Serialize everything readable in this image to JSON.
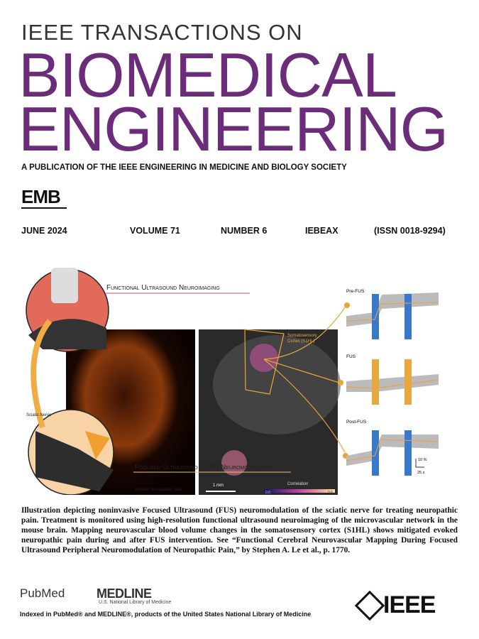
{
  "journal": {
    "prefix": "IEEE TRANSACTIONS ON",
    "title_line1": "BIOMEDICAL",
    "title_line2": "ENGINEERING",
    "subtitle": "A PUBLICATION OF THE IEEE ENGINEERING IN MEDICINE AND BIOLOGY SOCIETY",
    "society_logo": "EMB",
    "brand_color": "#6b2c7a"
  },
  "issue": {
    "date": "JUNE 2024",
    "volume": "VOLUME 71",
    "number": "NUMBER 6",
    "code": "IEBEAX",
    "issn": "(ISSN 0018-9294)"
  },
  "figure": {
    "label_top": "Functional Ultrasound Neuroimaging",
    "label_bottom": "Focused Ultrasound (FUS) Neuromodulation",
    "sciatic": "Sciatic Nerve",
    "pain": "Evoked neuropathic pain",
    "region": "Somatosensory",
    "region2": "Cortex (S1HL)",
    "scale": "1 mm",
    "colorbar": "Correlation",
    "cb_min": "0.0",
    "cb_max": "0.6",
    "traces": [
      "Pre-FUS",
      "FUS",
      "Post-FUS"
    ],
    "scale_y": "10 %",
    "scale_x": "25 s"
  },
  "caption": "Illustration depicting noninvasive Focused Ultrasound (FUS) neuromodulation of the sciatic nerve for treating neuropathic pain. Treatment is monitored using high-resolution functional ultrasound neuroimaging of the microvascular network in the mouse brain. Mapping neurovascular blood volume changes in the somatosensory cortex (S1HL) shows mitigated evoked neuropathic pain during and after FUS intervention. See “Functional Cerebral Neurovascular Mapping During Focused Ultrasound Peripheral Neuromodulation of Neuropathic Pain,” by Stephen A. Le et al., p. 1770.",
  "footer": {
    "pubmed": "PubMed",
    "medline": "MEDLINE",
    "nlm": "U.S. National Library of Medicine",
    "index": "Indexed in PubMed® and MEDLINE®, products of the United States National Library of Medicine",
    "ieee": "IEEE"
  }
}
